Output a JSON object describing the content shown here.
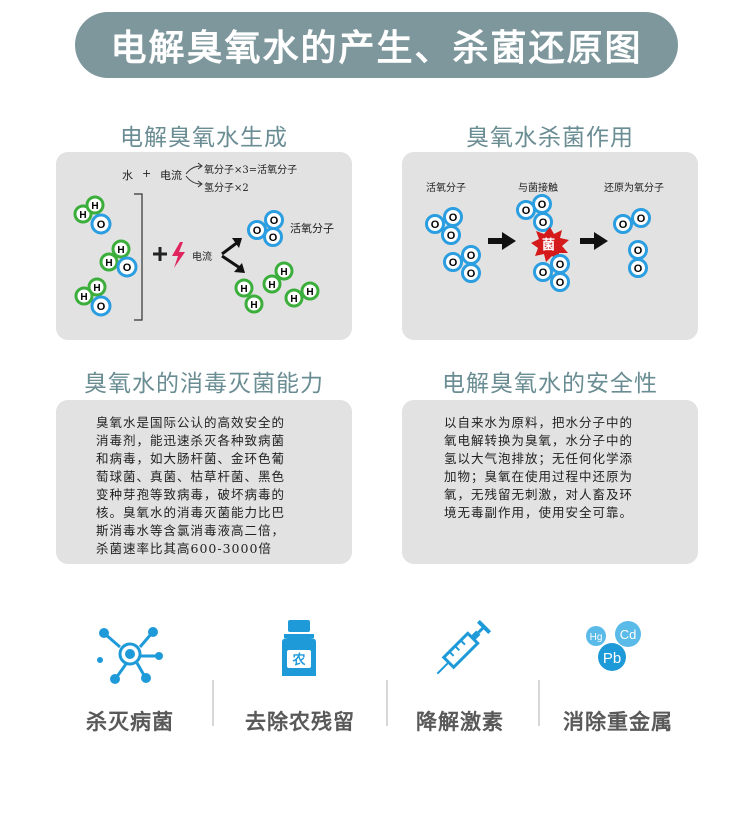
{
  "title": "电解臭氧水的产生、杀菌还原图",
  "sections": {
    "generation": {
      "title": "电解臭氧水生成",
      "diagram": {
        "water": "水",
        "plus": "+",
        "current": "电流",
        "product1": "氧分子×3=活氧分子",
        "product2": "氢分子×2",
        "current_mid": "电流",
        "active_oxygen": "活氧分子"
      }
    },
    "sterilization": {
      "title": "臭氧水杀菌作用",
      "diagram": {
        "step1": "活氧分子",
        "step2": "与菌接触",
        "step3": "还原为氧分子",
        "bacteria": "菌"
      }
    },
    "disinfection": {
      "title": "臭氧水的消毒灭菌能力",
      "text": "臭氧水是国际公认的高效安全的\n消毒剂，能迅速杀灭各种致病菌\n和病毒，如大肠杆菌、金环色葡\n萄球菌、真菌、枯草杆菌、黑色\n变种芽孢等致病毒，破坏病毒的\n核。臭氧水的消毒灭菌能力比巴\n斯消毒水等含氯消毒液高二倍，\n杀菌速率比其高600-3000倍"
    },
    "safety": {
      "title": "电解臭氧水的安全性",
      "text": "以自来水为原料，把水分子中的\n氧电解转换为臭氧，水分子中的\n氢以大气泡排放；无任何化学添\n加物；臭氧在使用过程中还原为\n氧，无残留无刺激，对人畜及环\n境无毒副作用，使用安全可靠。"
    }
  },
  "features": [
    {
      "label": "杀灭病菌",
      "icon": "virus-icon"
    },
    {
      "label": "去除农残留",
      "icon": "pesticide-bottle-icon",
      "icon_text": "农"
    },
    {
      "label": "降解激素",
      "icon": "syringe-icon"
    },
    {
      "label": "消除重金属",
      "icon": "heavy-metal-icon",
      "icon_text": [
        "Hg",
        "Cd",
        "Pb"
      ]
    }
  ],
  "colors": {
    "banner": "#7e979c",
    "section_title": "#6a8d93",
    "panel": "#e2e2e2",
    "oxygen_blue": "#2a9ee0",
    "hydrogen_green": "#3cae3c",
    "icon_blue": "#1f9ad8",
    "bacteria_red": "#d41a1a"
  }
}
